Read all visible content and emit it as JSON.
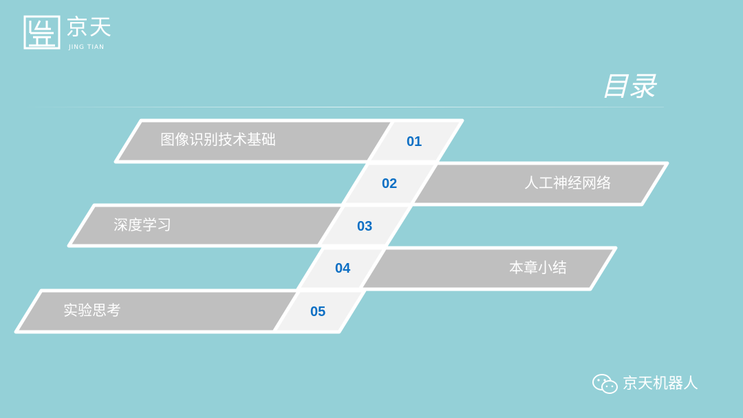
{
  "logo": {
    "name": "京天",
    "subtitle": "JING TIAN"
  },
  "title": "目录",
  "items": [
    {
      "number": "01",
      "label": "图像识别技术基础"
    },
    {
      "number": "02",
      "label": "人工神经网络"
    },
    {
      "number": "03",
      "label": "深度学习"
    },
    {
      "number": "04",
      "label": "本章小结"
    },
    {
      "number": "05",
      "label": "实验思考"
    }
  ],
  "footer": {
    "account": "京天机器人",
    "icon": "wechat-icon"
  },
  "colors": {
    "background": "#94d0d7",
    "bar": "#bfbfbf",
    "cell": "#f2f2f2",
    "number": "#0d6fc4"
  }
}
